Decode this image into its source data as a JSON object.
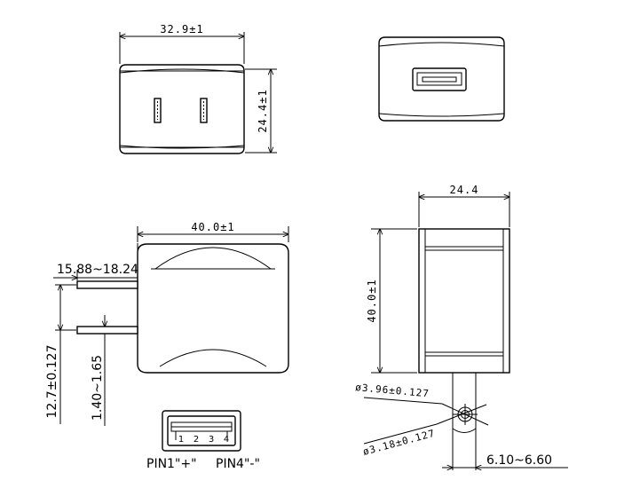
{
  "top_view": {
    "width_dim": "32.9±1",
    "height_dim": "24.4±1"
  },
  "usb_end_view": {},
  "side_view": {
    "length_dim": "40.0±1",
    "prong_length_dim": "15.88~18.24",
    "prong_spacing_dim": "12.7±0.127",
    "prong_thickness_dim": "1.40~1.65"
  },
  "usb_port_detail": {
    "pin_numbers": [
      "1",
      "2",
      "3",
      "4"
    ],
    "pin1_label": "PIN1\"+\"",
    "pin4_label": "PIN4\"-\""
  },
  "front_view": {
    "width_dim": "24.4",
    "height_dim": "40.0±1",
    "outer_dia_dim": "ø3.96±0.127",
    "inner_dia_dim": "ø3.18±0.127",
    "cable_dim": "6.10~6.60"
  }
}
